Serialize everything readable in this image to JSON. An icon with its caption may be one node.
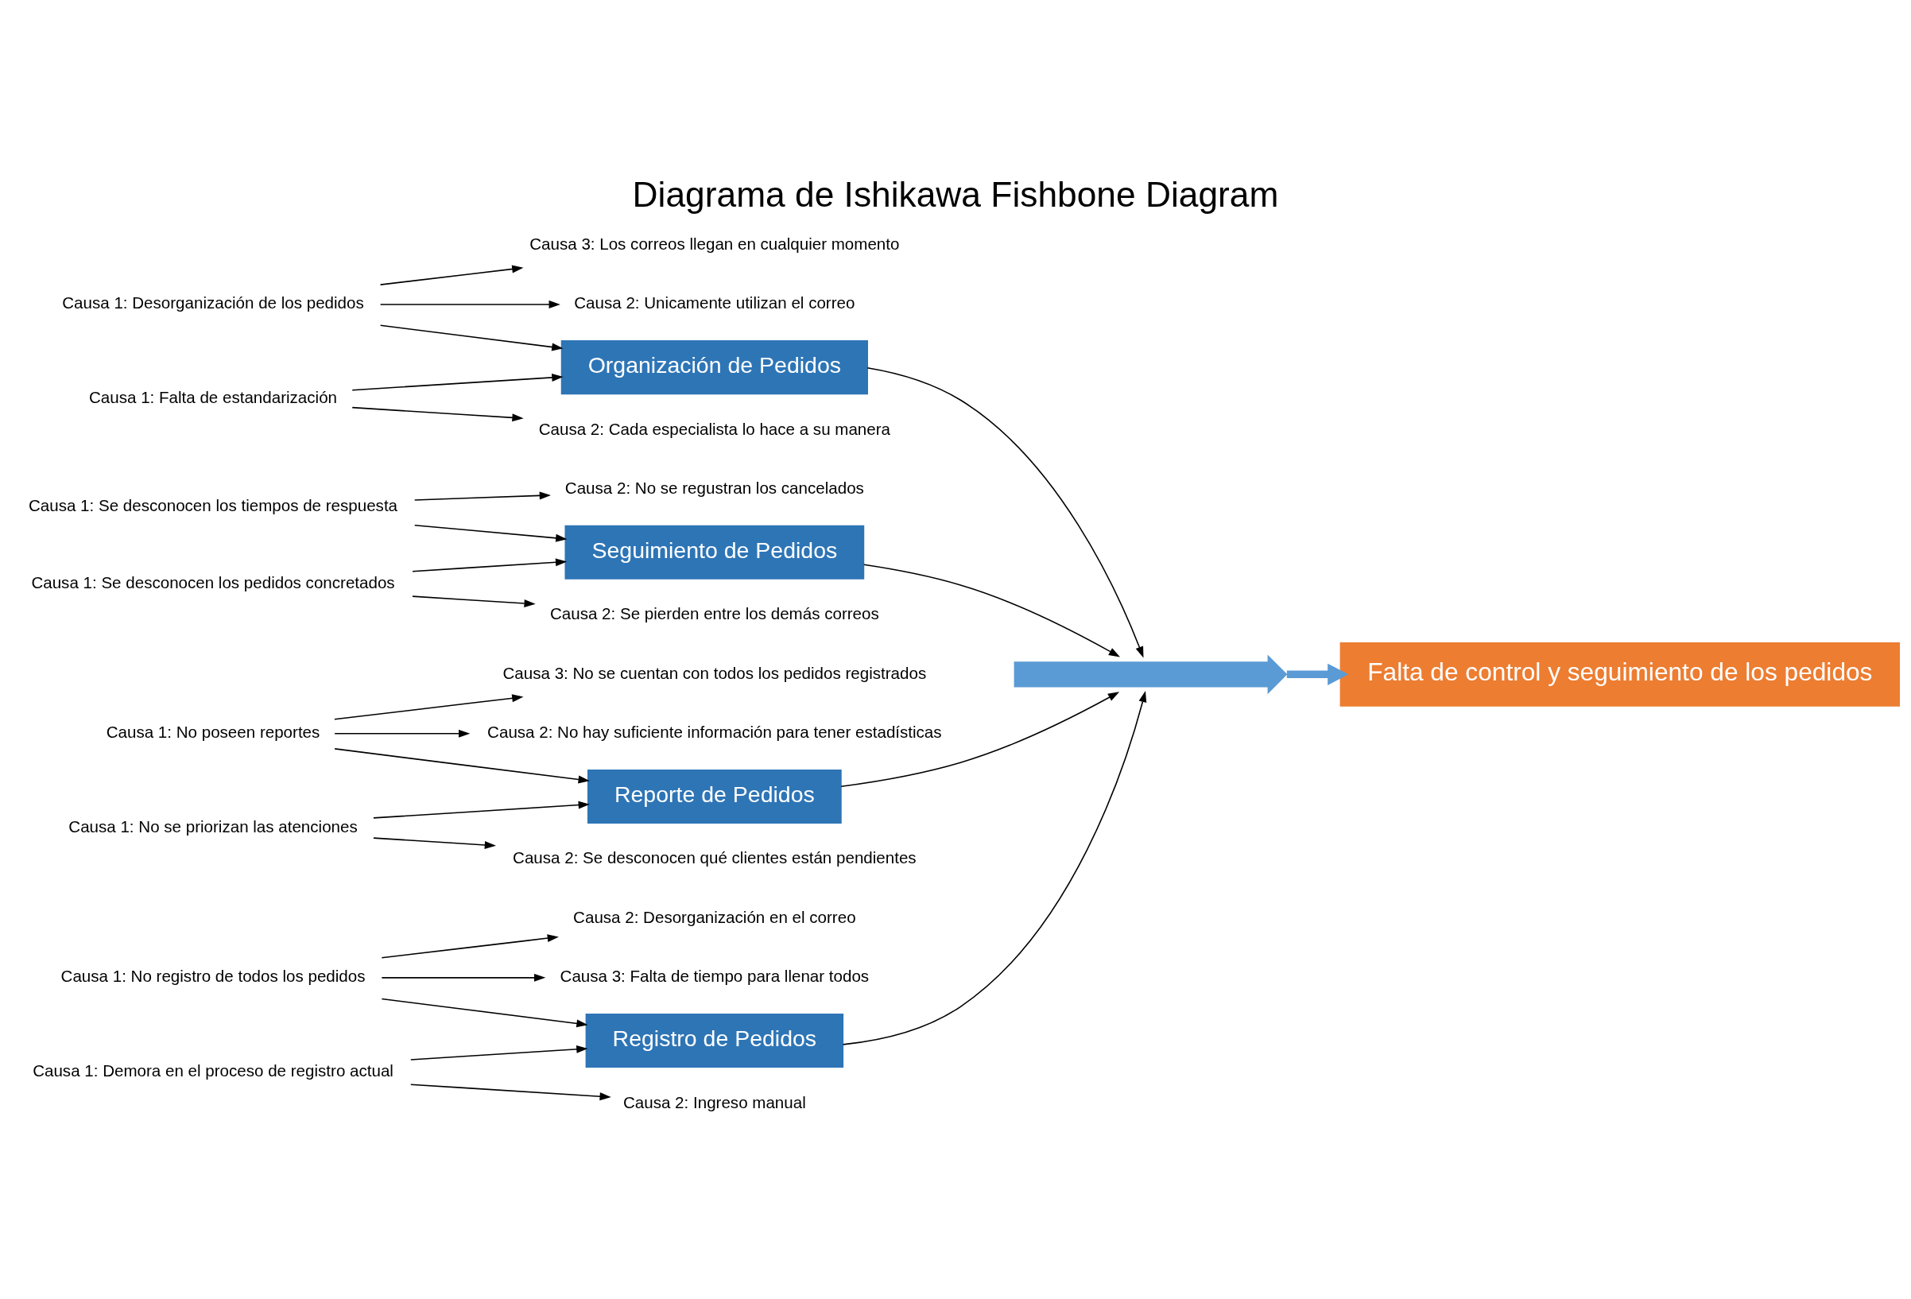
{
  "diagram": {
    "title": "Diagrama de Ishikawa Fishbone Diagram",
    "nodes": [
      {
        "text": [
          "Registro de Pedidos"
        ]
      },
      {
        "text": [
          "Organización de Pedidos"
        ]
      },
      {
        "text": [
          "Seguimiento de Pedidos"
        ]
      },
      {
        "text": [
          "Reporte de Pedidos"
        ]
      },
      {
        "text": [],
        "shape": "bar"
      },
      {
        "text": [
          "Falta de control y seguimiento de los pedidos"
        ]
      },
      {
        "text": [
          "Causa 1: No registro de todos los pedidos"
        ]
      },
      {
        "text": [
          "Causa 2: Desorganización en el correo"
        ]
      },
      {
        "text": [
          "Causa 3: Falta de tiempo para llenar todos"
        ]
      },
      {
        "text": [
          "Causa 1: Demora en el proceso de registro actual"
        ]
      },
      {
        "text": [
          "Causa 2: Ingreso manual"
        ]
      },
      {
        "text": [
          "Causa 1: Desorganización de los pedidos"
        ]
      },
      {
        "text": [
          "Causa 3: Los correos llegan en cualquier momento"
        ]
      },
      {
        "text": [
          "Causa 2: Unicamente utilizan el correo"
        ]
      },
      {
        "text": [
          "Causa 1: Falta de estandarización"
        ]
      },
      {
        "text": [
          "Causa 2: Cada especialista lo hace a su manera"
        ]
      },
      {
        "text": [
          "Causa 1: Se desconocen los tiempos de respuesta"
        ]
      },
      {
        "text": [
          "Causa 2: No se regustran los cancelados"
        ]
      },
      {
        "text": [
          "Causa 1: Se desconocen los pedidos concretados"
        ]
      },
      {
        "text": [
          "Causa 2: Se pierden entre los demás correos"
        ]
      },
      {
        "text": [
          "Causa 1: No poseen reportes"
        ]
      },
      {
        "text": [
          "Causa 3: No se cuentan con todos los pedidos registrados"
        ]
      },
      {
        "text": [
          "Causa 2: No hay suficiente información para tener estadísticas"
        ]
      },
      {
        "text": [
          "Causa 1: No se priorizan las atenciones"
        ]
      },
      {
        "text": [
          "Causa 2: Se desconocen qué clientes están pendientes"
        ]
      }
    ],
    "edges": [
      {
        "from": 0,
        "to": 4,
        "arrow": "to"
      },
      {
        "from": 1,
        "to": 4,
        "arrow": "to"
      },
      {
        "from": 2,
        "to": 4,
        "arrow": "to"
      },
      {
        "from": 3,
        "to": 4,
        "arrow": "to"
      },
      {
        "from": 4,
        "to": 5,
        "arrow": "to",
        "style": "thick",
        "color": "#5b9bd5"
      },
      {
        "from": 6,
        "to": 0,
        "arrow": "to"
      },
      {
        "from": 6,
        "to": 7,
        "arrow": "to"
      },
      {
        "from": 6,
        "to": 8,
        "arrow": "to"
      },
      {
        "from": 9,
        "to": 0,
        "arrow": "to"
      },
      {
        "from": 9,
        "to": 10,
        "arrow": "to"
      },
      {
        "from": 11,
        "to": 1,
        "arrow": "to"
      },
      {
        "from": 11,
        "to": 12,
        "arrow": "to"
      },
      {
        "from": 11,
        "to": 13,
        "arrow": "to"
      },
      {
        "from": 14,
        "to": 1,
        "arrow": "to"
      },
      {
        "from": 14,
        "to": 15,
        "arrow": "to"
      },
      {
        "from": 16,
        "to": 2,
        "arrow": "to"
      },
      {
        "from": 16,
        "to": 17,
        "arrow": "to"
      },
      {
        "from": 18,
        "to": 2,
        "arrow": "to"
      },
      {
        "from": 18,
        "to": 19,
        "arrow": "to"
      },
      {
        "from": 20,
        "to": 3,
        "arrow": "to"
      },
      {
        "from": 20,
        "to": 21,
        "arrow": "to"
      },
      {
        "from": 20,
        "to": 22,
        "arrow": "to"
      },
      {
        "from": 23,
        "to": 3,
        "arrow": "to"
      },
      {
        "from": 23,
        "to": 24,
        "arrow": "to"
      }
    ]
  }
}
